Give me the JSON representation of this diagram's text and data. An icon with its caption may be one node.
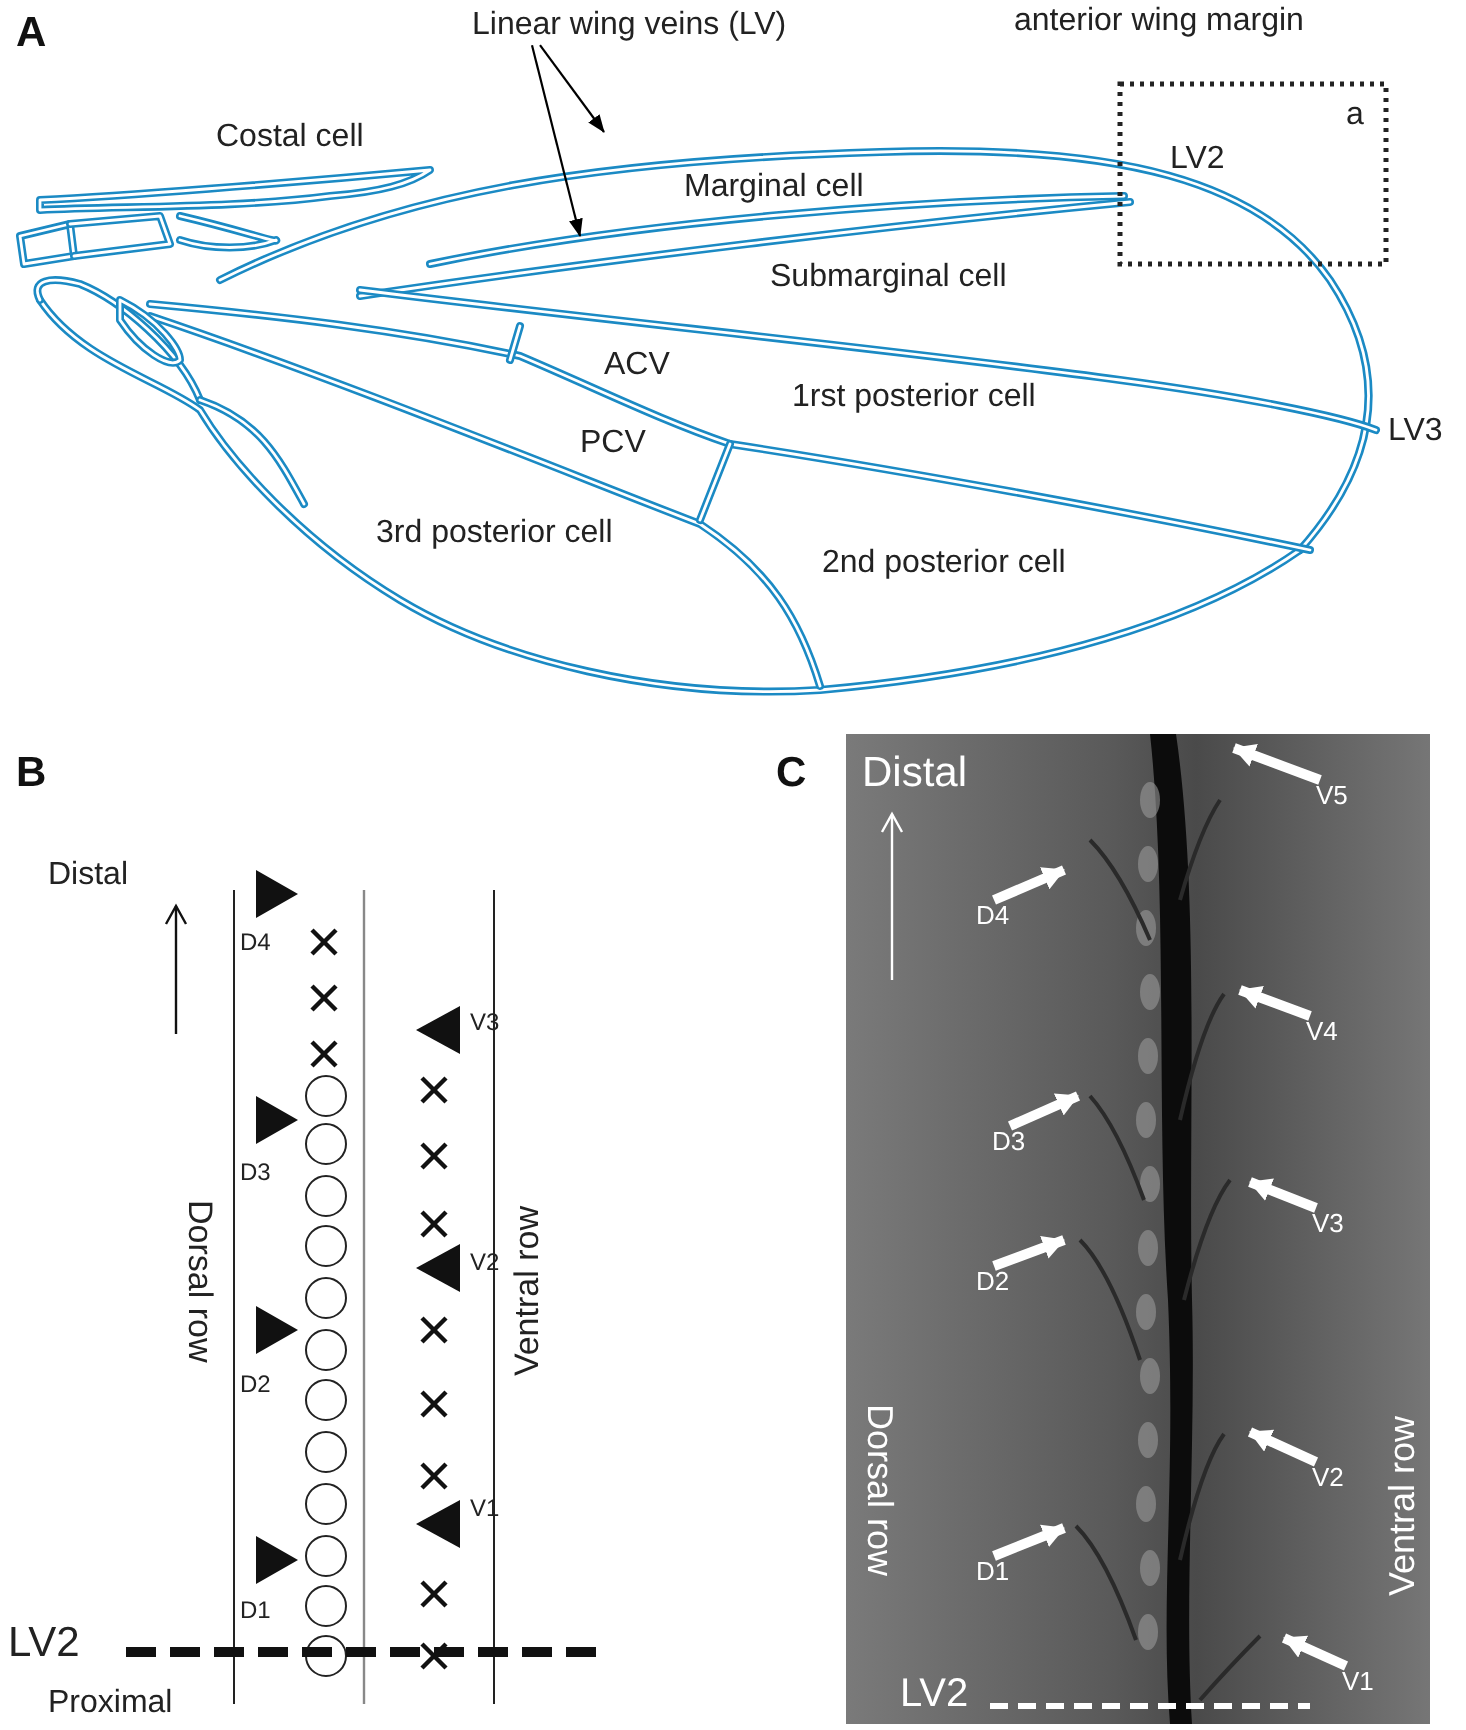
{
  "diagram": {
    "nodes": [
      {
        "text": [
          "Linear wing veins (LV)"
        ]
      },
      {
        "text": [
          "a",
          "LV2"
        ]
      },
      {
        "text": [
          "V5"
        ]
      },
      {
        "text": [
          "D4"
        ]
      },
      {
        "text": [
          "V4"
        ]
      },
      {
        "text": [
          "D3"
        ]
      },
      {
        "text": [
          "V3"
        ]
      },
      {
        "text": [
          "D2"
        ]
      },
      {
        "text": [
          "V2"
        ]
      },
      {
        "text": [
          "D1"
        ]
      },
      {
        "text": [
          "V1"
        ]
      }
    ],
    "edges": [
      {
        "from": 0,
        "to": null,
        "arrow": "to",
        "color": "#000000"
      },
      {
        "from": 0,
        "to": null,
        "arrow": "to",
        "color": "#000000"
      },
      {
        "from": 2,
        "to": null,
        "arrow": "to"
      },
      {
        "from": 3,
        "to": null,
        "arrow": "to"
      },
      {
        "from": 4,
        "to": null,
        "arrow": "to"
      },
      {
        "from": 5,
        "to": null,
        "arrow": "to"
      },
      {
        "from": 6,
        "to": null,
        "arrow": "to"
      },
      {
        "from": 7,
        "to": null,
        "arrow": "to"
      },
      {
        "from": 8,
        "to": null,
        "arrow": "to"
      },
      {
        "from": 9,
        "to": null,
        "arrow": "to"
      },
      {
        "from": 10,
        "to": null,
        "arrow": "to"
      }
    ],
    "labels": [
      "A",
      "anterior wing margin",
      "Costal cell",
      "Marginal cell",
      "Submarginal cell",
      "ACV",
      "1rst posterior cell",
      "PCV",
      "LV3",
      "3rd posterior cell",
      "2nd posterior cell",
      "B",
      "C",
      "Distal",
      "D4",
      "V3",
      "D3",
      "V2",
      "D2",
      "V1",
      "D1",
      "LV2",
      "Proximal",
      "Dorsal row",
      "Ventral row",
      "Distal",
      "Dorsal row",
      "Ventral row",
      "LV2"
    ]
  }
}
